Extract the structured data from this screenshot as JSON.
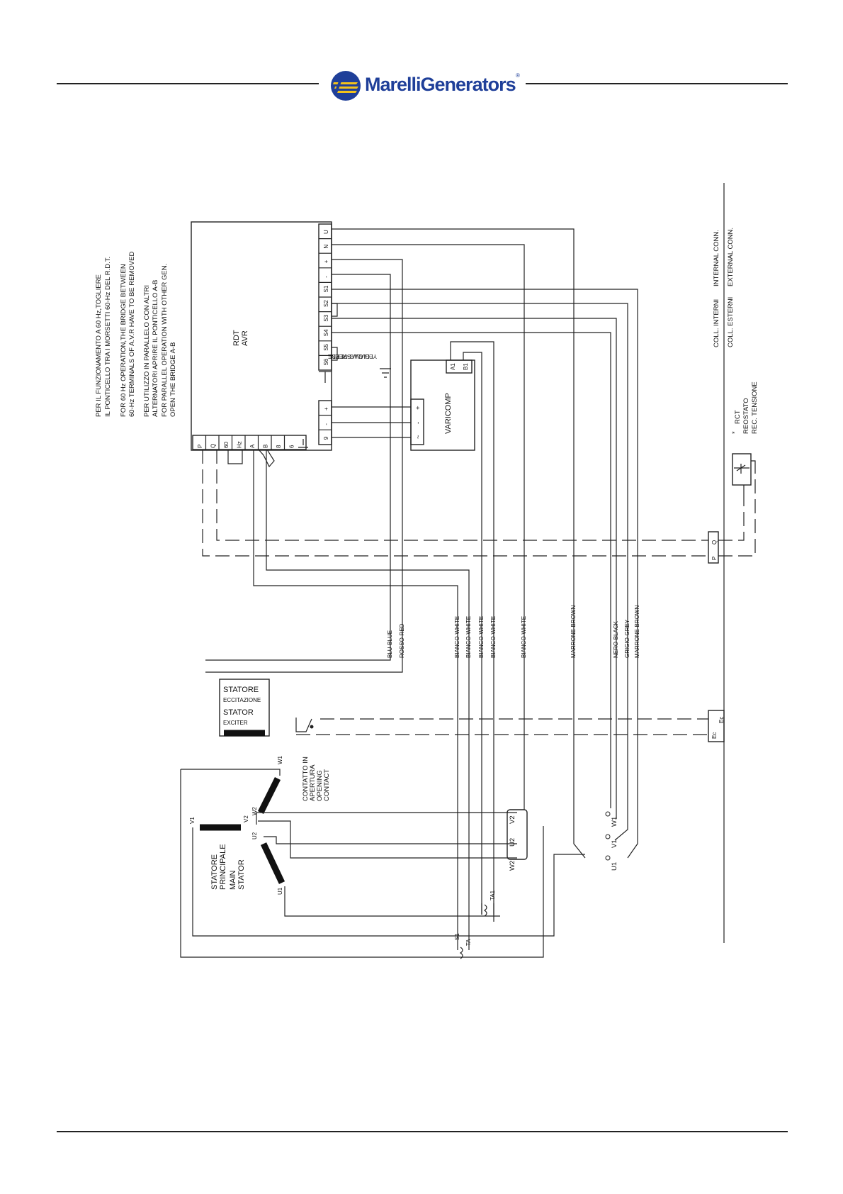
{
  "header": {
    "brand": "MarelliGenerators",
    "registered": "®"
  },
  "notes": {
    "it_60hz": "PER IL FUNZIONAMENTO A 60 Hz,TOGLIERE",
    "it_60hz_2": "IL PONTICELLO TRA I MORSETTI 60-Hz DEL R.D.T.",
    "en_60hz": "FOR 60 Hz OPERATION,THE BRIDGE BETWEEN",
    "en_60hz_2": "60-Hz TERMINALS OF A.V.R HAVE TO BE REMOVED",
    "it_par": "PER UTILIZZO IN PARALLELO CON ALTRI",
    "it_par_2": "ALTERNATORI APRIRE IL PONTICELLO A-B",
    "en_par": "FOR PARALLEL OPERATION WITH OTHER GEN.",
    "en_par_2": "OPEN THE BRIDGE A-B"
  },
  "avr": {
    "title_it": "RDT",
    "title_en": "AVR",
    "top_terminals": [
      "U",
      "N",
      "+",
      "-",
      "S1",
      "S2",
      "S3",
      "S4",
      "S5",
      "S6"
    ],
    "bottom_terminals": [
      "P",
      "Q",
      "60",
      "Hz",
      "A",
      "B",
      "8",
      "6"
    ],
    "reg_terminals": [
      "+",
      "-",
      "9"
    ],
    "earth_it": "GIALLO-VERDE",
    "earth_en": "YELLOW-GREEN"
  },
  "varicomp": {
    "title": "VARICOMP",
    "terminals": [
      "A1",
      "B1",
      "+",
      "-",
      "~"
    ]
  },
  "wires": {
    "blue": "BLU-BLUE",
    "red": "ROSSO-RED",
    "white": "BIANCO-WHITE",
    "brown": "MARRONE-BROWN",
    "black": "NERO-BLACK",
    "grey": "GRIGIO-GREY"
  },
  "exciter": {
    "it": "STATORE",
    "it_2": "ECCITAZIONE",
    "en": "STATOR",
    "en_2": "EXCITER"
  },
  "main_stator": {
    "it": "STATORE",
    "it_2": "PRINCIPALE",
    "en": "MAIN",
    "en_2": "STATOR",
    "winding_labels": [
      "V1",
      "V2",
      "W2",
      "W1",
      "U2",
      "U1"
    ]
  },
  "output_terminals": [
    "W2",
    "U2",
    "V2",
    "U1",
    "V1",
    "W1"
  ],
  "ct": {
    "ta": "TA",
    "s1": "S1",
    "ta1": "TA1"
  },
  "contact": {
    "it": "CONTATTO IN",
    "it_2": "APERTURA",
    "en": "OPENING",
    "en_2": "CONTACT"
  },
  "connections": {
    "internal_it": "COLL. INTERNI",
    "internal_en": "INTERNAL CONN.",
    "external_it": "COLL. ESTERNI",
    "external_en": "EXTERNAL CONN.",
    "pq": [
      "P",
      "Q"
    ],
    "ec": [
      "Ec",
      "Ec"
    ]
  },
  "rct": {
    "star": "*",
    "code": "RCT",
    "it": "REOSTATO",
    "en": "REC. TENSIONE"
  }
}
